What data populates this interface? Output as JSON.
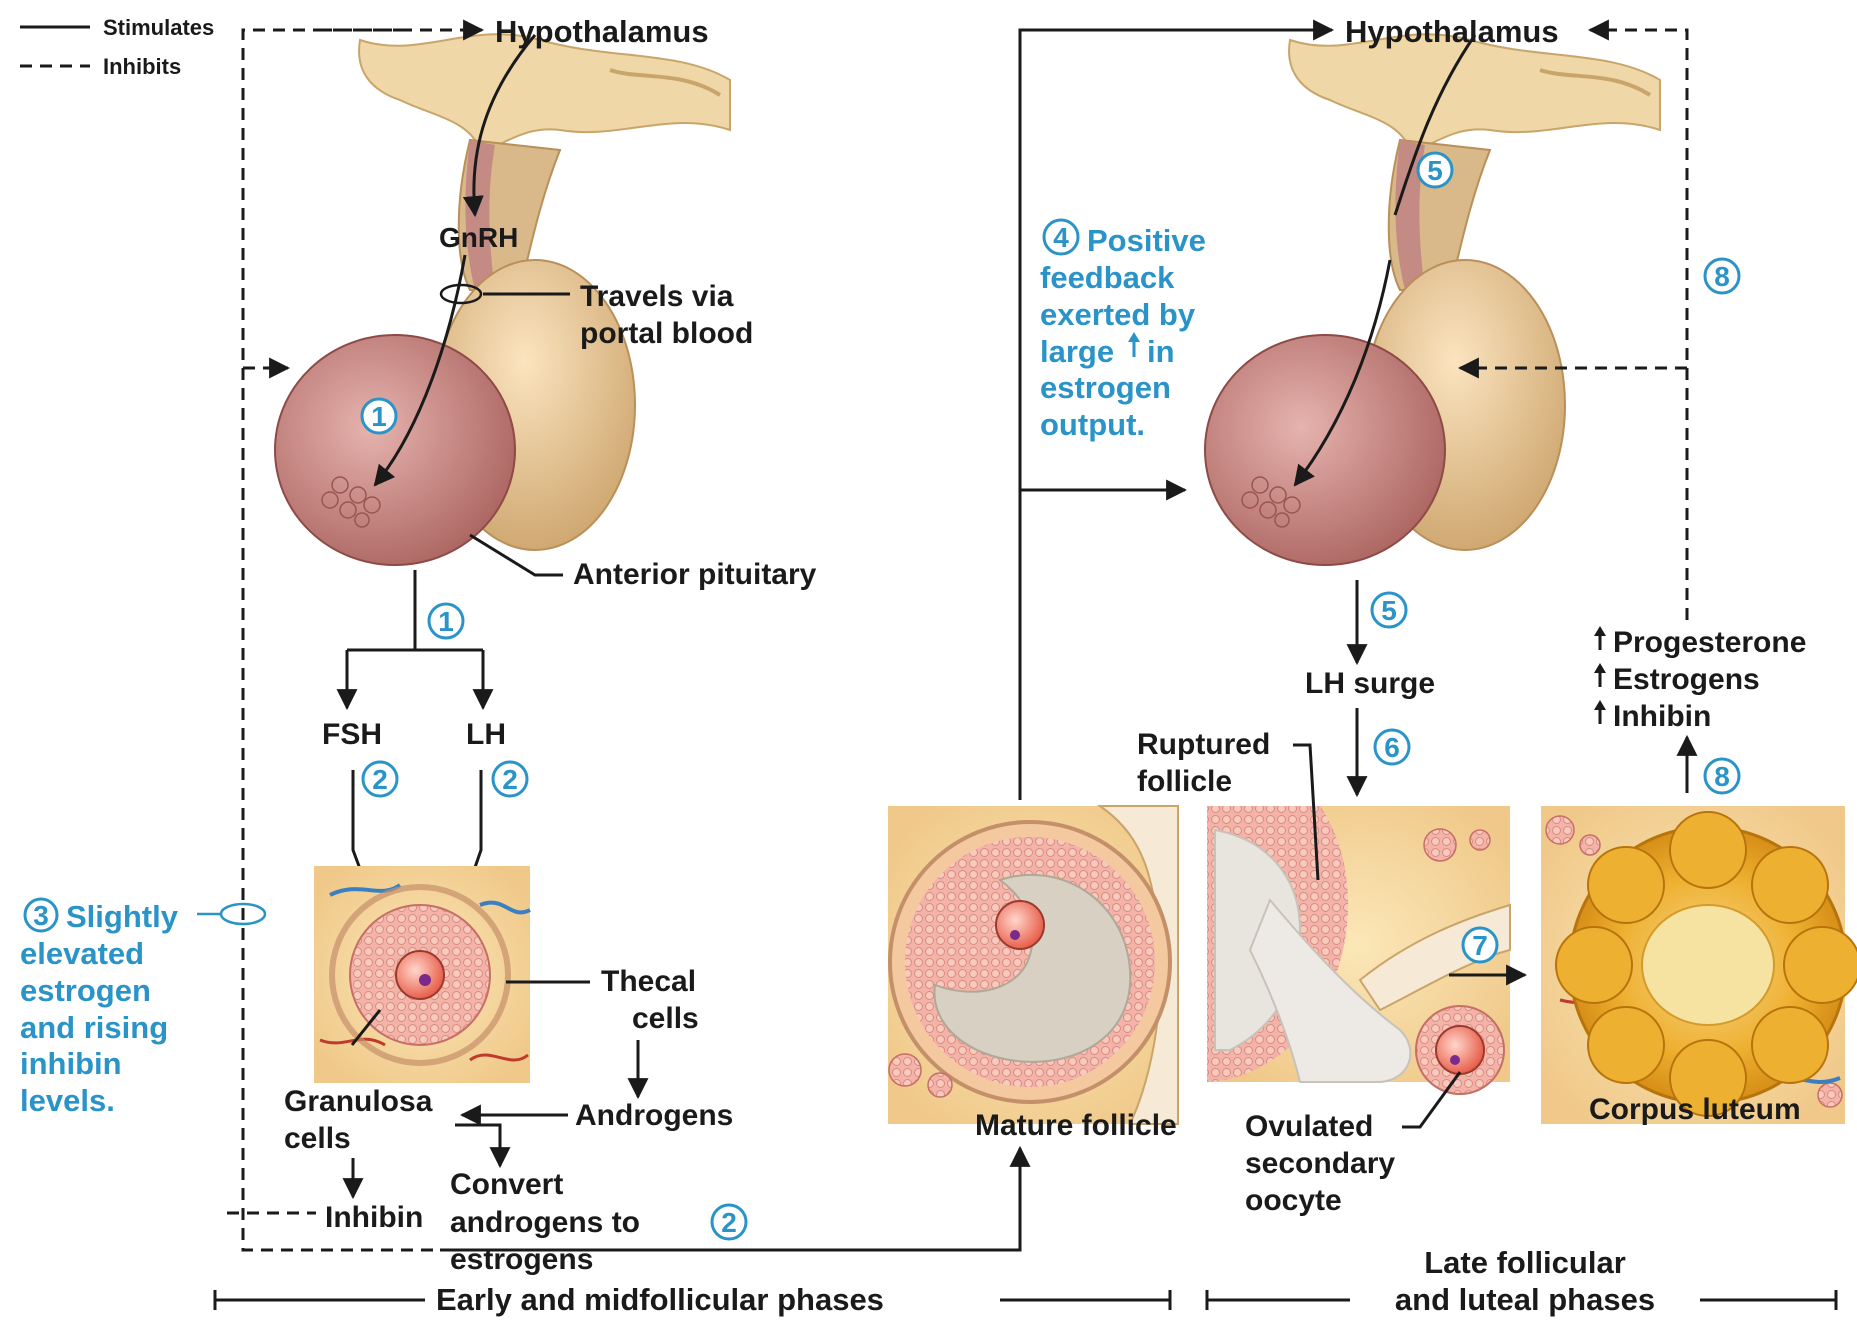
{
  "legend": {
    "stimulates": "Stimulates",
    "inhibits": "Inhibits"
  },
  "left": {
    "hypothalamus": "Hypothalamus",
    "gnrh": "GnRH",
    "travels_via_1": "Travels via",
    "travels_via_2": "portal blood",
    "anterior_pituitary": "Anterior pituitary",
    "fsh": "FSH",
    "lh": "LH",
    "thecal_1": "Thecal",
    "thecal_2": "cells",
    "granulosa_1": "Granulosa",
    "granulosa_2": "cells",
    "androgens": "Androgens",
    "inhibin": "Inhibin",
    "convert_1": "Convert",
    "convert_2": "androgens to",
    "convert_3": "estrogens",
    "note3_1": "Slightly",
    "note3_2": "elevated",
    "note3_3": "estrogen",
    "note3_4": "and rising",
    "note3_5": "inhibin",
    "note3_6": "levels."
  },
  "right": {
    "hypothalamus": "Hypothalamus",
    "note4_1": "Positive",
    "note4_2": "feedback",
    "note4_3": "exerted by",
    "note4_4a": "large",
    "note4_4b": "in",
    "note4_5": "estrogen",
    "note4_6": "output.",
    "lh_surge": "LH surge",
    "ruptured_1": "Ruptured",
    "ruptured_2": "follicle",
    "mature_follicle": "Mature follicle",
    "ovulated_1": "Ovulated",
    "ovulated_2": "secondary",
    "ovulated_3": "oocyte",
    "progesterone": "Progesterone",
    "estrogens": "Estrogens",
    "inhibin": "Inhibin",
    "corpus_luteum": "Corpus luteum"
  },
  "phases": {
    "early": "Early and midfollicular phases",
    "late_1": "Late follicular",
    "late_2": "and luteal phases"
  },
  "steps": {
    "s1": "1",
    "s2": "2",
    "s3": "3",
    "s4": "4",
    "s5": "5",
    "s6": "6",
    "s7": "7",
    "s8": "8"
  },
  "colors": {
    "accent_blue": "#2a93c8",
    "pituitary_pink": "#c88a88",
    "pituitary_tan": "#e8c898",
    "follicle_pink": "#f2a6a0",
    "corpus_yellow": "#e8a020"
  },
  "icons": [
    "up-arrow-icon",
    "step-number-icon"
  ]
}
